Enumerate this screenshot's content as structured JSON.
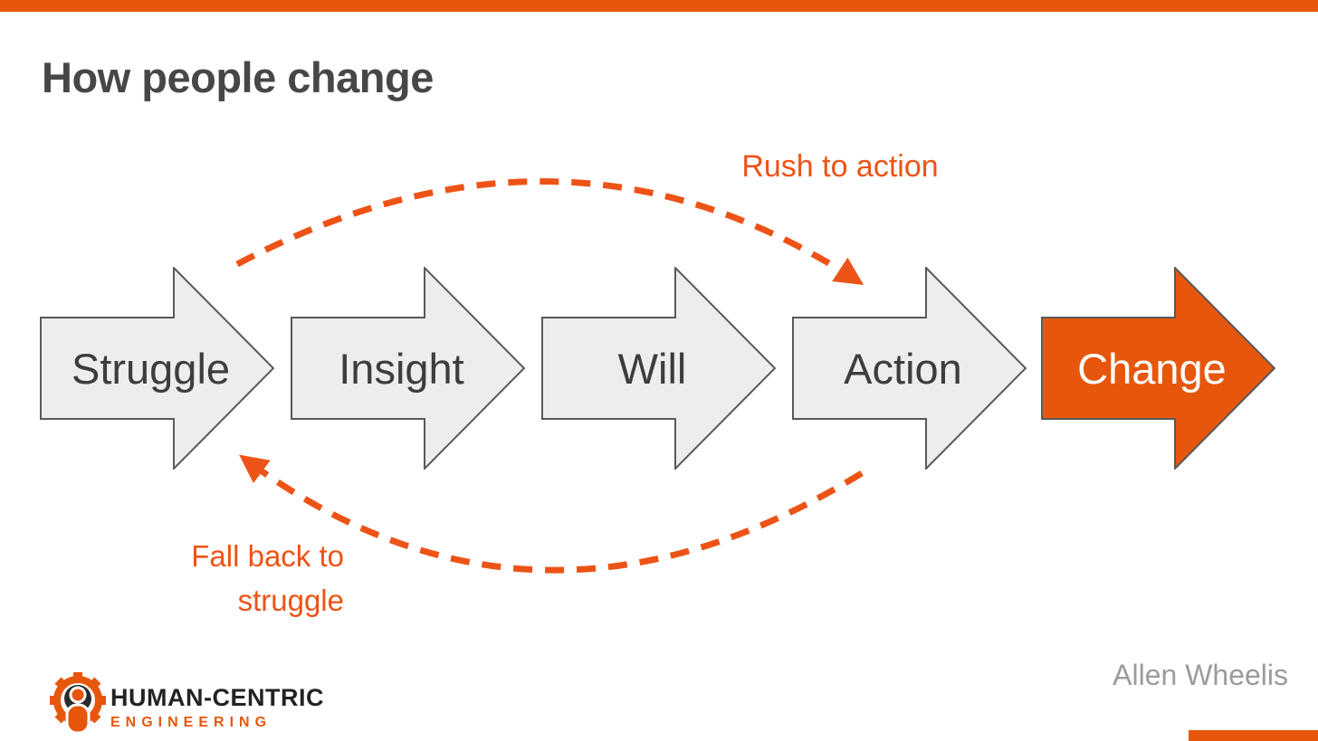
{
  "page": {
    "title": "How people change",
    "attribution": "Allen Wheelis"
  },
  "colors": {
    "accent_orange": "#E6570D",
    "dash_orange": "#ED5316",
    "arrow_fill": "#EDEDED",
    "arrow_stroke": "#595959",
    "title_text": "#474747",
    "step_label_text": "#3D3D3D",
    "change_label_text": "#FFFFFF",
    "attribution_text": "#9B9B9B",
    "logo_dark": "#232323"
  },
  "flow": {
    "steps": [
      {
        "label": "Struggle",
        "variant": "default"
      },
      {
        "label": "Insight",
        "variant": "default"
      },
      {
        "label": "Will",
        "variant": "default"
      },
      {
        "label": "Action",
        "variant": "default"
      },
      {
        "label": "Change",
        "variant": "accent"
      }
    ]
  },
  "annotations": {
    "rush_to_action": {
      "label": "Rush to action"
    },
    "fall_back": {
      "lines": [
        "Fall back to",
        "struggle"
      ]
    }
  },
  "footer": {
    "logo": {
      "primary": "HUMAN-CENTRIC",
      "secondary": "ENGINEERING"
    }
  }
}
